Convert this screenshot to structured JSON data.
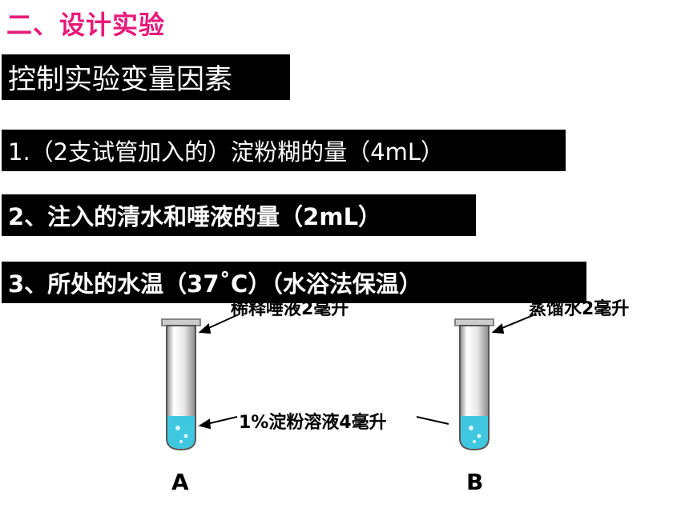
{
  "title": "二、设计实验",
  "subtitle": "控制实验变量因素",
  "items": [
    "1.（2支试管加入的）淀粉糊的量（4mL）",
    "2、注入的清水和唾液的量（2mL）",
    "3、所处的水温（37˚C）（水浴法保温）"
  ],
  "diagram": {
    "label_saliva": "稀释唾液2毫升",
    "label_water": "蒸馏水2毫升",
    "label_starch": "1%淀粉溶液4毫升",
    "tube_a": "A",
    "tube_b": "B"
  },
  "colors": {
    "title": "#e8197a",
    "bar": "#000000",
    "liquid": "#3fc7e0"
  }
}
